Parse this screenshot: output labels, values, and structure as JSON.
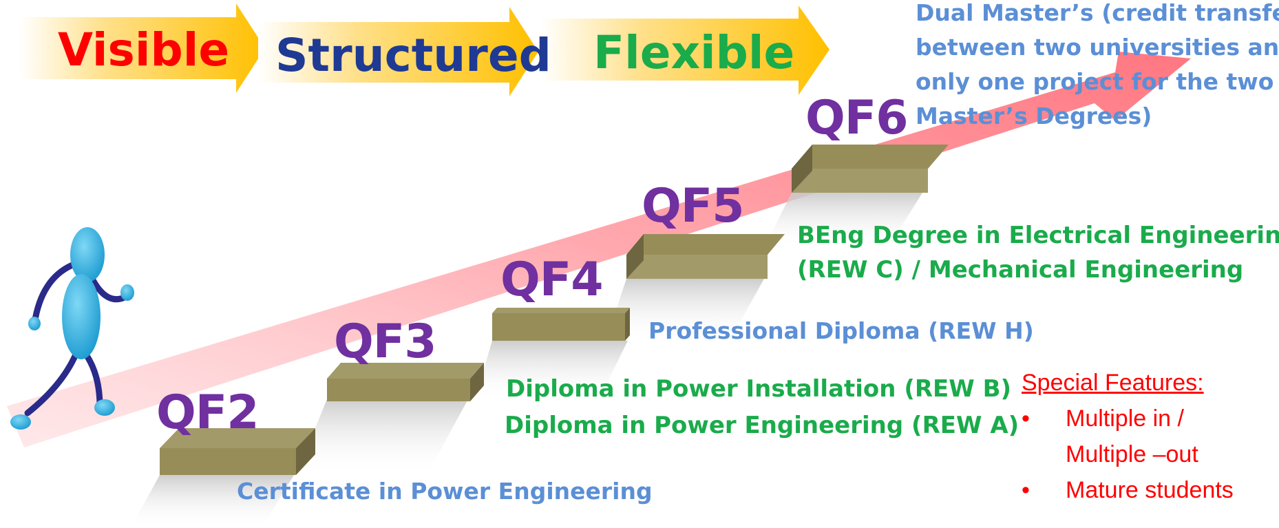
{
  "banner": {
    "items": [
      {
        "label": "Visible",
        "color": "#ff0000"
      },
      {
        "label": "Structured",
        "color": "#1f3a93"
      },
      {
        "label": "Flexible",
        "color": "#1aab4b"
      }
    ],
    "arrow_color": "#ffc000"
  },
  "levels": [
    {
      "code": "QF2",
      "programmes": [
        "Certificate in Power Engineering"
      ]
    },
    {
      "code": "QF3",
      "programmes": [
        "Diploma in Power Installation (REW B)",
        "Diploma in Power Engineering (REW A)"
      ]
    },
    {
      "code": "QF4",
      "programmes": [
        "Professional Diploma (REW H)"
      ]
    },
    {
      "code": "QF5",
      "programmes": [
        "BEng Degree in Electrical Engineering",
        "(REW C) / Mechanical Engineering"
      ]
    },
    {
      "code": "QF6",
      "programmes": [
        "Dual Master’s (credit transfer between two universities and only one project for the two Master’s Degrees)"
      ]
    }
  ],
  "features": {
    "title": "Special Features:",
    "items": [
      "Multiple in / Multiple –out",
      "Mature students"
    ]
  },
  "colors": {
    "qf": "#7030a0",
    "blue_label": "#5b8fd6",
    "green_label": "#1aab4b",
    "step_top": "#a39a6a",
    "step_front": "#978d58",
    "step_side": "#6e6640",
    "progress_arrow": "#ff7f86"
  }
}
